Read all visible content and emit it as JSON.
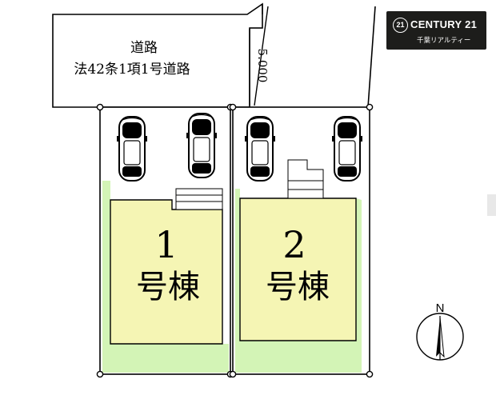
{
  "road": {
    "name": "道路",
    "classification": "法42条1項1号道路",
    "width": "5.000"
  },
  "lots": [
    {
      "number": "1",
      "label": "号棟"
    },
    {
      "number": "2",
      "label": "号棟"
    }
  ],
  "compass": {
    "north": "N"
  },
  "logo": {
    "mark": "21",
    "brand": "CENTURY 21",
    "office": "千葉リアルティー"
  },
  "colors": {
    "building": "#f5f5b4",
    "garden": "#d3f4b6",
    "outline": "#000000"
  },
  "icons": [
    "car-icon",
    "car-icon",
    "car-icon",
    "car-icon",
    "north-arrow-icon",
    "century21-logo"
  ]
}
